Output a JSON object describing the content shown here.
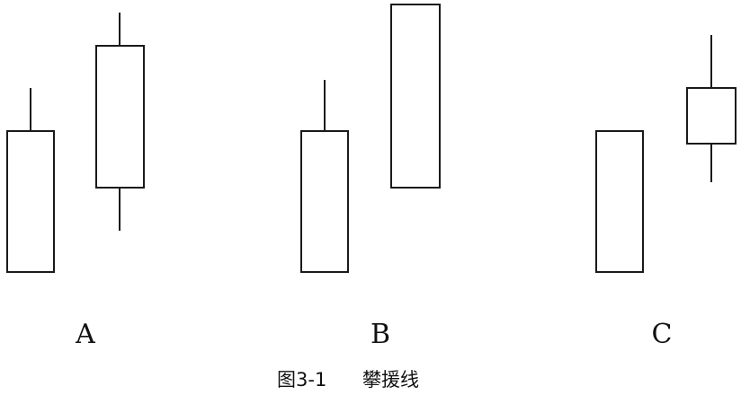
{
  "panels": [
    {
      "label": "A",
      "candles": [
        {
          "position": "first",
          "style": "hollow",
          "has_upper_wick": true,
          "has_lower_wick": false
        },
        {
          "position": "second",
          "style": "hollow",
          "has_upper_wick": true,
          "has_lower_wick": true
        }
      ]
    },
    {
      "label": "B",
      "candles": [
        {
          "position": "first",
          "style": "hollow",
          "has_upper_wick": true,
          "has_lower_wick": false
        },
        {
          "position": "second",
          "style": "hollow",
          "has_upper_wick": false,
          "has_lower_wick": false
        }
      ]
    },
    {
      "label": "C",
      "candles": [
        {
          "position": "first",
          "style": "hollow",
          "has_upper_wick": false,
          "has_lower_wick": false
        },
        {
          "position": "second",
          "style": "hollow",
          "has_upper_wick": true,
          "has_lower_wick": true
        }
      ]
    }
  ],
  "caption": {
    "number": "图3-1",
    "title": "攀援线"
  },
  "colors": {
    "stroke": "#1a1a1a",
    "fill": "#ffffff"
  }
}
